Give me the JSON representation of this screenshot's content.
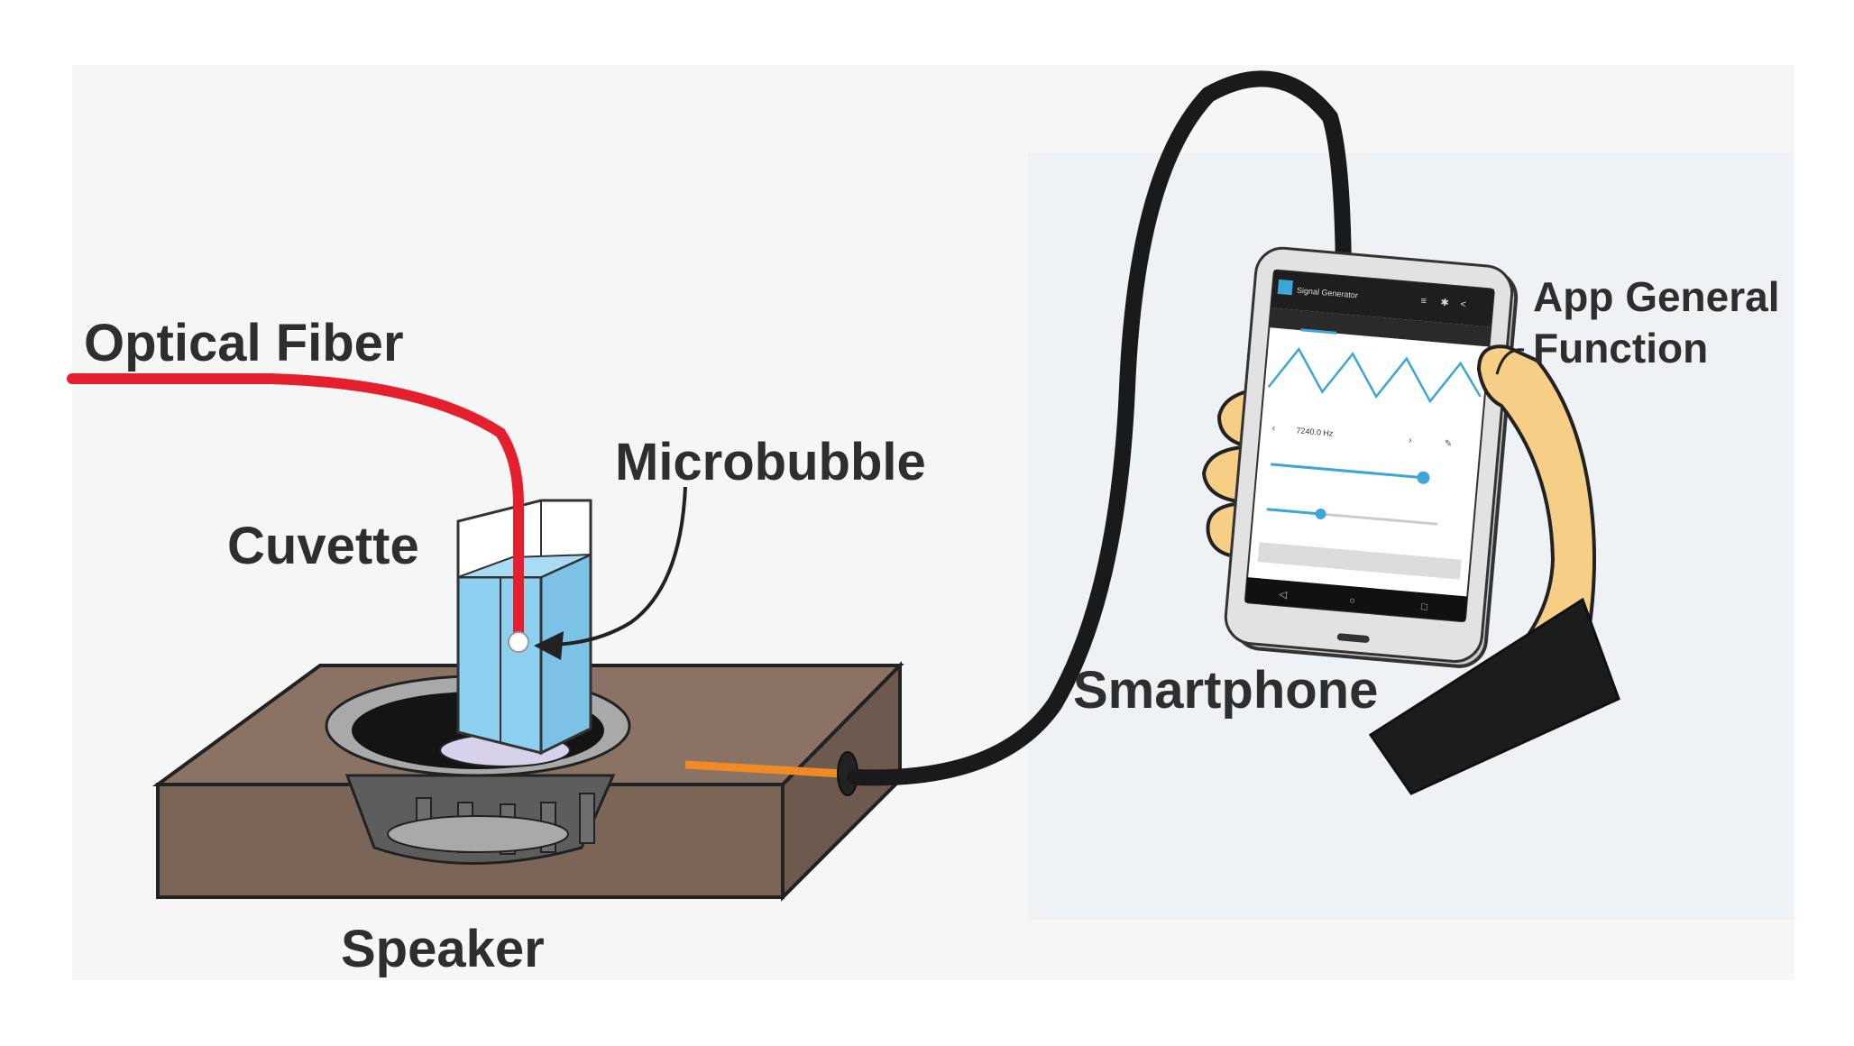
{
  "labels": {
    "optical_fiber": "Optical Fiber",
    "microbubble": "Microbubble",
    "cuvette": "Cuvette",
    "speaker": "Speaker",
    "smartphone": "Smartphone",
    "app_line1": "App General",
    "app_line2": "Function"
  },
  "phone_screen": {
    "app_title": "Signal Generator",
    "frequency_display": "7240.0 Hz"
  },
  "colors": {
    "fiber": "#e5202e",
    "water": "#8ccfef",
    "speaker_box": "#8a7365",
    "cable": "#1a1a1a",
    "skin": "#f6ce86",
    "app_accent": "#3ca7d6"
  }
}
